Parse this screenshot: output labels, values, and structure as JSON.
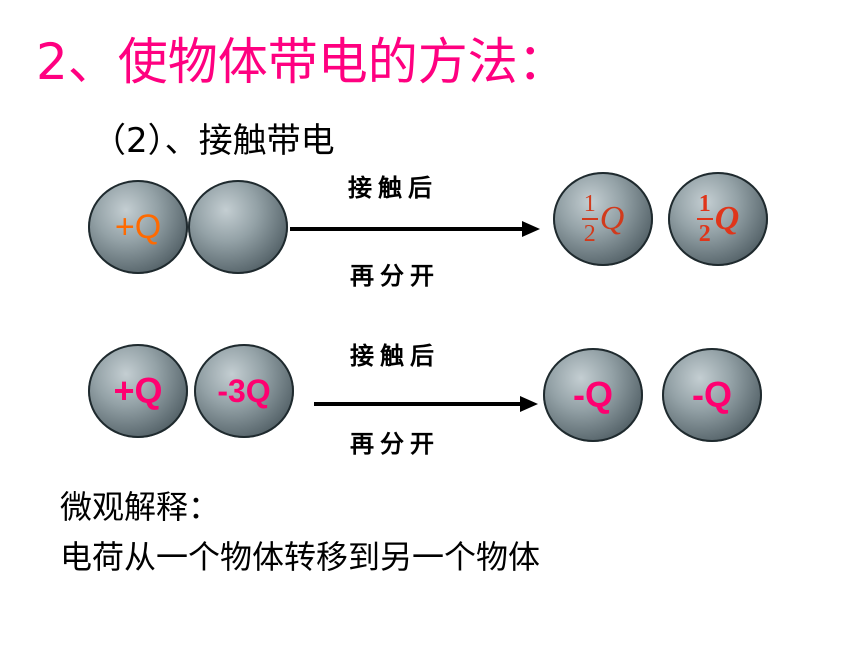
{
  "title": "2、使物体带电的方法：",
  "subtitle": "（2）、接触带电",
  "row1": {
    "ball_a": "+Q",
    "ball_b": "",
    "arrow_top": "接触后",
    "arrow_bottom": "再分开",
    "result_a": {
      "numerator": "1",
      "denominator": "2",
      "symbol": "Q"
    },
    "result_b": {
      "numerator": "1",
      "denominator": "2",
      "symbol": "Q"
    }
  },
  "row2": {
    "ball_a": "+Q",
    "ball_b": "-3Q",
    "arrow_top": "接触后",
    "arrow_bottom": "再分开",
    "result_a": "-Q",
    "result_b": "-Q"
  },
  "explanation": {
    "heading": "微观解释：",
    "body": "电荷从一个物体转移到另一个物体"
  },
  "colors": {
    "title": "#ff0080",
    "charge_orange": "#ff6a00",
    "charge_pink": "#ff0070",
    "fraction_red": "#d13a1c"
  }
}
